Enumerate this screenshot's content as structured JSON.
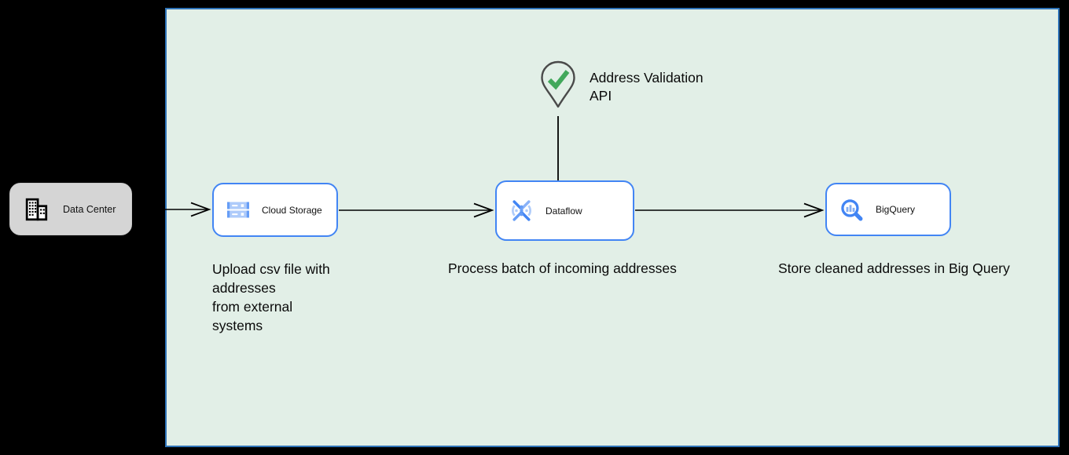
{
  "diagram": {
    "type": "cloud-architecture-flow",
    "colors": {
      "outer_background": "#000000",
      "canvas_fill": "#e2efe7",
      "canvas_border": "#2e73b8",
      "node_border": "#4285f4",
      "node_fill": "#ffffff",
      "external_node_fill": "#d5d5d5",
      "connector": "#000000",
      "check_green": "#41a85b",
      "pin_outline": "#4a4a4a"
    }
  },
  "nodes": {
    "data_center": {
      "label": "Data Center",
      "icon": "building-icon"
    },
    "cloud_storage": {
      "label": "Cloud Storage",
      "icon": "cloud-storage-icon"
    },
    "dataflow": {
      "label": "Dataflow",
      "icon": "dataflow-icon"
    },
    "bigquery": {
      "label": "BigQuery",
      "icon": "bigquery-icon"
    }
  },
  "annotations": {
    "address_validation": "Address Validation\nAPI",
    "upload": "Upload csv file with\naddresses\nfrom external\nsystems",
    "process": "Process batch of incoming addresses",
    "store": "Store cleaned addresses in Big Query"
  },
  "connectors": {
    "datacenter_to_cloudstorage": "arrow-right",
    "cloudstorage_to_dataflow": "arrow-right",
    "dataflow_to_bigquery": "arrow-right",
    "validation_to_dataflow": "plain-line"
  }
}
